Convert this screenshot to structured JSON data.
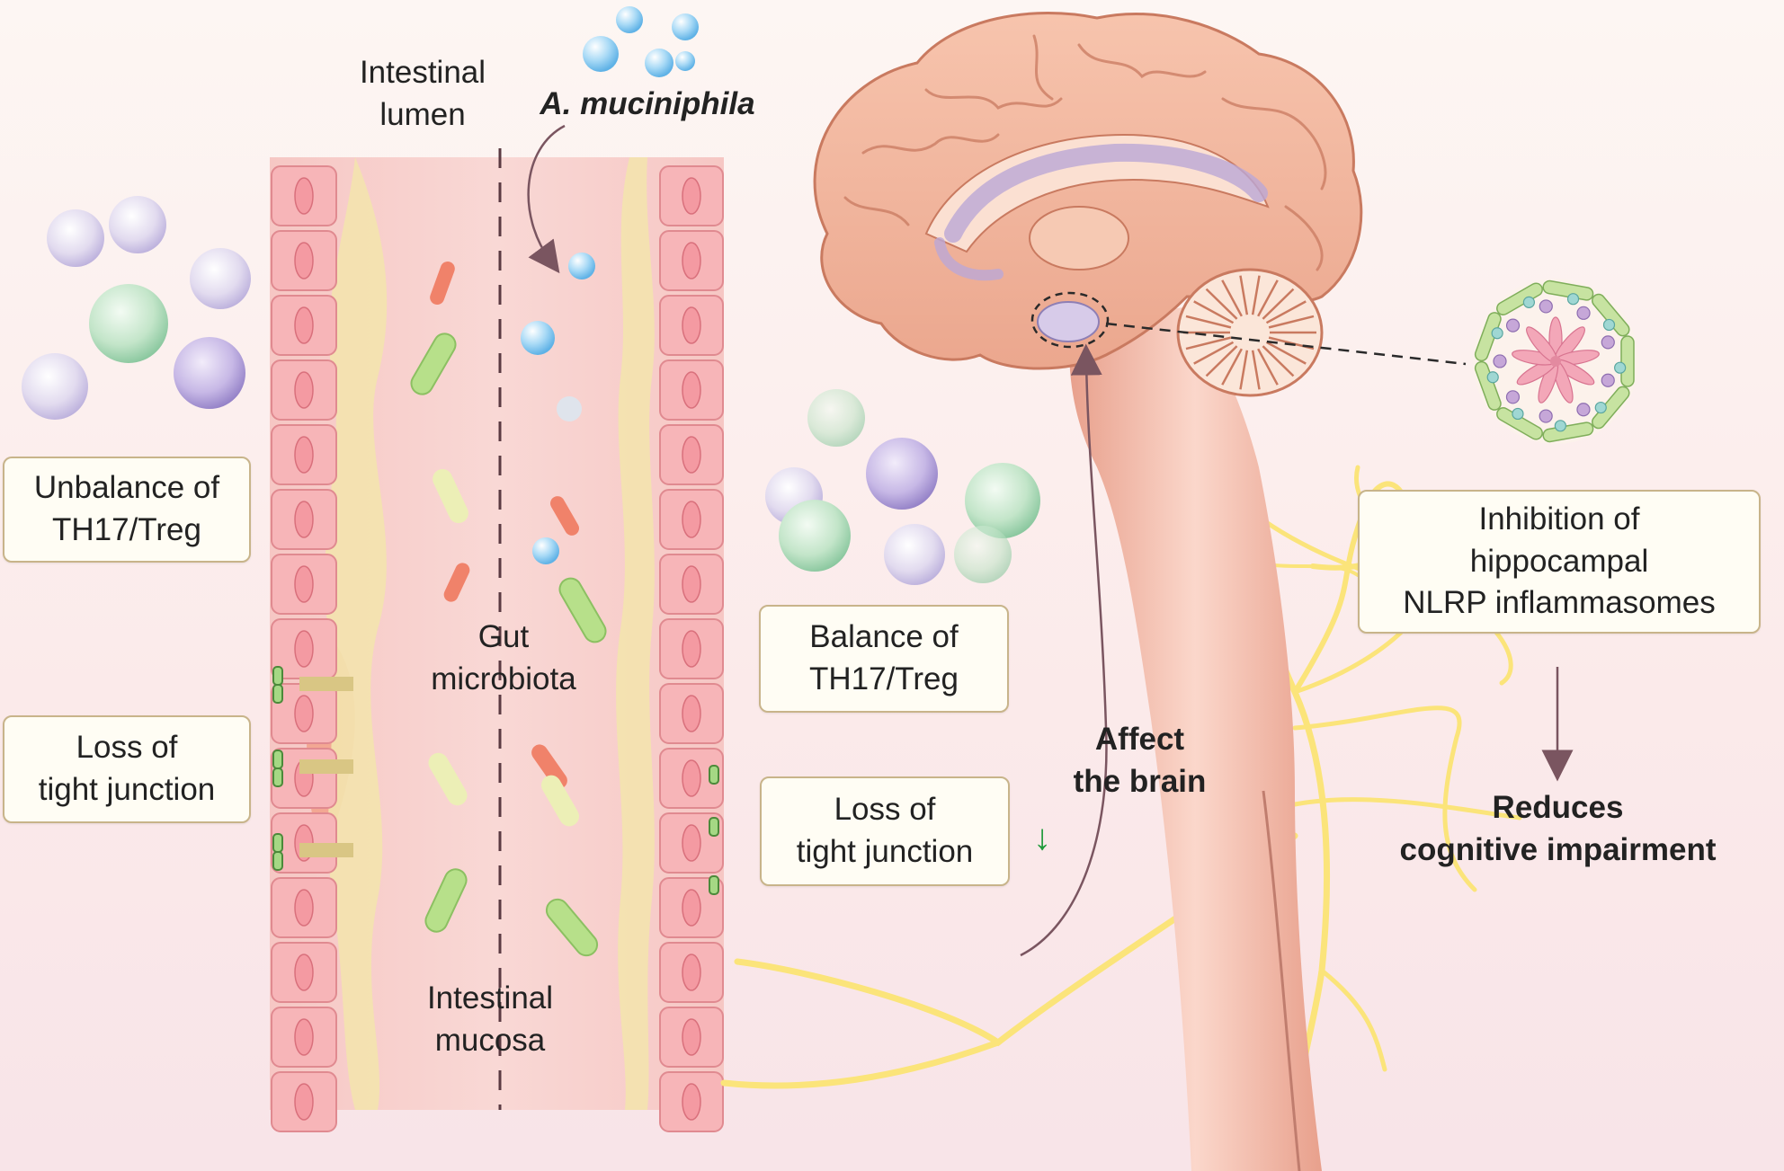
{
  "labels": {
    "intestinal_lumen": [
      "Intestinal",
      "lumen"
    ],
    "akkermansia": "A. muciniphila",
    "gut_microbiota": [
      "Gut",
      "microbiota"
    ],
    "intestinal_mucosa": [
      "Intestinal",
      "mucosa"
    ],
    "affect_brain": [
      "Affect",
      "the brain"
    ],
    "reduces": [
      "Reduces",
      "cognitive impairment"
    ]
  },
  "boxes": {
    "unbalance": [
      "Unbalance of",
      "TH17/Treg"
    ],
    "loss_left": [
      "Loss of",
      "tight junction"
    ],
    "balance": [
      "Balance of",
      "TH17/Treg"
    ],
    "loss_right": [
      "Loss of",
      "tight junction"
    ],
    "inhibition": [
      "Inhibition of",
      "hippocampal",
      "NLRP inflammasomes"
    ]
  },
  "indicators": {
    "down_arrow": "↓"
  },
  "colors": {
    "tissue_pink": "#f4c6c2",
    "cell_pink": "#f7b5b8",
    "mucus_yellow": "#f3e3ae",
    "nerve_yellow": "#fbe47a",
    "brain": "#f1b49a",
    "bacteria_green": "#b7e08a",
    "akk_blue": "#8fcff2",
    "arrow_brown": "#7a5560",
    "indicator_green": "#1f9a3b"
  }
}
